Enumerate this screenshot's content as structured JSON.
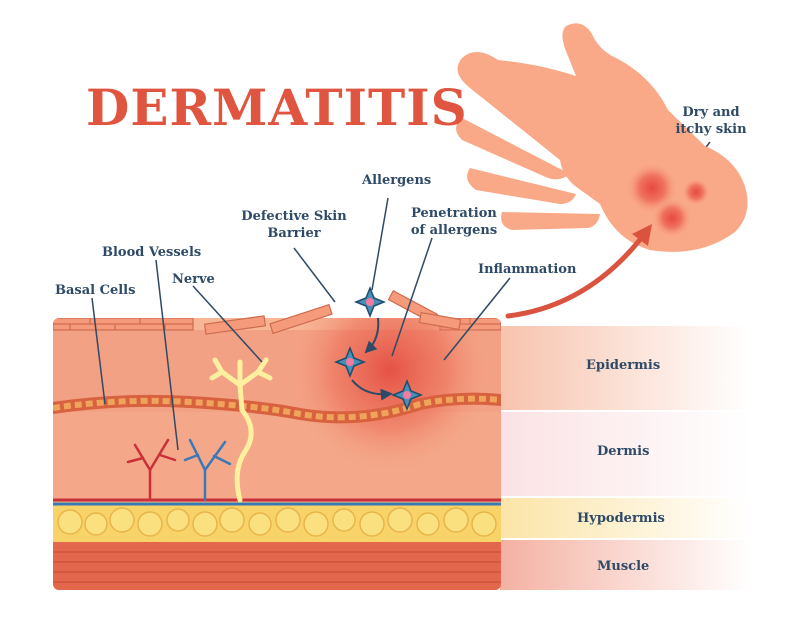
{
  "title": "DERMATITIS",
  "labels": {
    "allergens": "Allergens",
    "defective_barrier_line1": "Defective Skin",
    "defective_barrier_line2": "Barrier",
    "penetration_line1": "Penetration",
    "penetration_line2": "of allergens",
    "inflammation": "Inflammation",
    "blood_vessels": "Blood Vessels",
    "nerve": "Nerve",
    "basal_cells": "Basal Cells",
    "dry_line1": "Dry and",
    "dry_line2": "itchy skin"
  },
  "layers": {
    "epidermis": "Epidermis",
    "dermis": "Dermis",
    "hypodermis": "Hypodermis",
    "muscle": "Muscle"
  },
  "colors": {
    "title": "#e0553f",
    "label_text": "#2e4a66",
    "leader_line": "#2e4a66",
    "epidermis": "#f3a184",
    "dermis": "#f6b392",
    "hypodermis": "#f7d36a",
    "muscle": "#e2674d",
    "allergen": "#2d6a8c",
    "arrow": "#d9533e",
    "hand": "#f9a988"
  }
}
